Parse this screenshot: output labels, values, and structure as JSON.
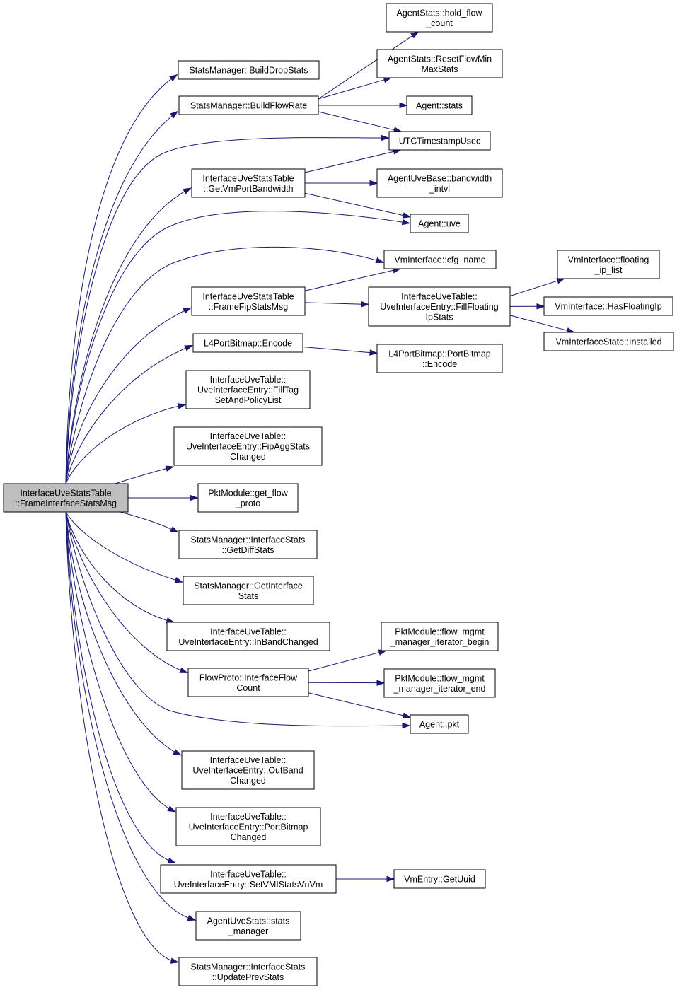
{
  "nodes": {
    "root": [
      "InterfaceUveStatsTable",
      "::FrameInterfaceStatsMsg"
    ],
    "build_drop": [
      "StatsManager::BuildDropStats"
    ],
    "build_flow": [
      "StatsManager::BuildFlowRate"
    ],
    "hold_flow": [
      "AgentStats::hold_flow",
      "_count"
    ],
    "reset_flow": [
      "AgentStats::ResetFlowMin",
      "MaxStats"
    ],
    "agent_stats": [
      "Agent::stats"
    ],
    "utc": [
      "UTCTimestampUsec"
    ],
    "get_vm_port_bw": [
      "InterfaceUveStatsTable",
      "::GetVmPortBandwidth"
    ],
    "bandwidth_intvl": [
      "AgentUveBase::bandwidth",
      "_intvl"
    ],
    "agent_uve": [
      "Agent::uve"
    ],
    "cfg_name": [
      "VmInterface::cfg_name"
    ],
    "frame_fip": [
      "InterfaceUveStatsTable",
      "::FrameFipStatsMsg"
    ],
    "fill_floating": [
      "InterfaceUveTable::",
      "UveInterfaceEntry::FillFloating",
      "IpStats"
    ],
    "floating_ip_list": [
      "VmInterface::floating",
      "_ip_list"
    ],
    "has_floating_ip": [
      "VmInterface::HasFloatingIp"
    ],
    "installed": [
      "VmInterfaceState::Installed"
    ],
    "l4_encode": [
      "L4PortBitmap::Encode"
    ],
    "l4_portbitmap_encode": [
      "L4PortBitmap::PortBitmap",
      "::Encode"
    ],
    "fill_tag": [
      "InterfaceUveTable::",
      "UveInterfaceEntry::FillTag",
      "SetAndPolicyList"
    ],
    "fip_agg": [
      "InterfaceUveTable::",
      "UveInterfaceEntry::FipAggStats",
      "Changed"
    ],
    "get_flow_proto": [
      "PktModule::get_flow",
      "_proto"
    ],
    "get_diff_stats": [
      "StatsManager::InterfaceStats",
      "::GetDiffStats"
    ],
    "get_interface_stats": [
      "StatsManager::GetInterface",
      "Stats"
    ],
    "inband": [
      "InterfaceUveTable::",
      "UveInterfaceEntry::InBandChanged"
    ],
    "flow_count": [
      "FlowProto::InterfaceFlow",
      "Count"
    ],
    "iter_begin": [
      "PktModule::flow_mgmt",
      "_manager_iterator_begin"
    ],
    "iter_end": [
      "PktModule::flow_mgmt",
      "_manager_iterator_end"
    ],
    "agent_pkt": [
      "Agent::pkt"
    ],
    "outband": [
      "InterfaceUveTable::",
      "UveInterfaceEntry::OutBand",
      "Changed"
    ],
    "portbitmap_changed": [
      "InterfaceUveTable::",
      "UveInterfaceEntry::PortBitmap",
      "Changed"
    ],
    "set_vmi": [
      "InterfaceUveTable::",
      "UveInterfaceEntry::SetVMIStatsVnVm"
    ],
    "get_uuid": [
      "VmEntry::GetUuid"
    ],
    "stats_manager": [
      "AgentUveStats::stats",
      "_manager"
    ],
    "update_prev": [
      "StatsManager::InterfaceStats",
      "::UpdatePrevStats"
    ]
  },
  "edges": [
    [
      "root",
      "build_drop"
    ],
    [
      "root",
      "build_flow"
    ],
    [
      "root",
      "utc"
    ],
    [
      "root",
      "get_vm_port_bw"
    ],
    [
      "root",
      "agent_uve"
    ],
    [
      "root",
      "cfg_name"
    ],
    [
      "root",
      "frame_fip"
    ],
    [
      "root",
      "l4_encode"
    ],
    [
      "root",
      "fill_tag"
    ],
    [
      "root",
      "fip_agg"
    ],
    [
      "root",
      "get_flow_proto"
    ],
    [
      "root",
      "get_diff_stats"
    ],
    [
      "root",
      "get_interface_stats"
    ],
    [
      "root",
      "inband"
    ],
    [
      "root",
      "flow_count"
    ],
    [
      "root",
      "agent_pkt"
    ],
    [
      "root",
      "outband"
    ],
    [
      "root",
      "portbitmap_changed"
    ],
    [
      "root",
      "set_vmi"
    ],
    [
      "root",
      "stats_manager"
    ],
    [
      "root",
      "update_prev"
    ],
    [
      "build_flow",
      "hold_flow"
    ],
    [
      "build_flow",
      "reset_flow"
    ],
    [
      "build_flow",
      "agent_stats"
    ],
    [
      "build_flow",
      "utc"
    ],
    [
      "get_vm_port_bw",
      "utc"
    ],
    [
      "get_vm_port_bw",
      "bandwidth_intvl"
    ],
    [
      "get_vm_port_bw",
      "agent_uve"
    ],
    [
      "frame_fip",
      "cfg_name"
    ],
    [
      "frame_fip",
      "fill_floating"
    ],
    [
      "fill_floating",
      "floating_ip_list"
    ],
    [
      "fill_floating",
      "has_floating_ip"
    ],
    [
      "fill_floating",
      "installed"
    ],
    [
      "l4_encode",
      "l4_portbitmap_encode"
    ],
    [
      "flow_count",
      "iter_begin"
    ],
    [
      "flow_count",
      "iter_end"
    ],
    [
      "flow_count",
      "agent_pkt"
    ],
    [
      "set_vmi",
      "get_uuid"
    ]
  ]
}
